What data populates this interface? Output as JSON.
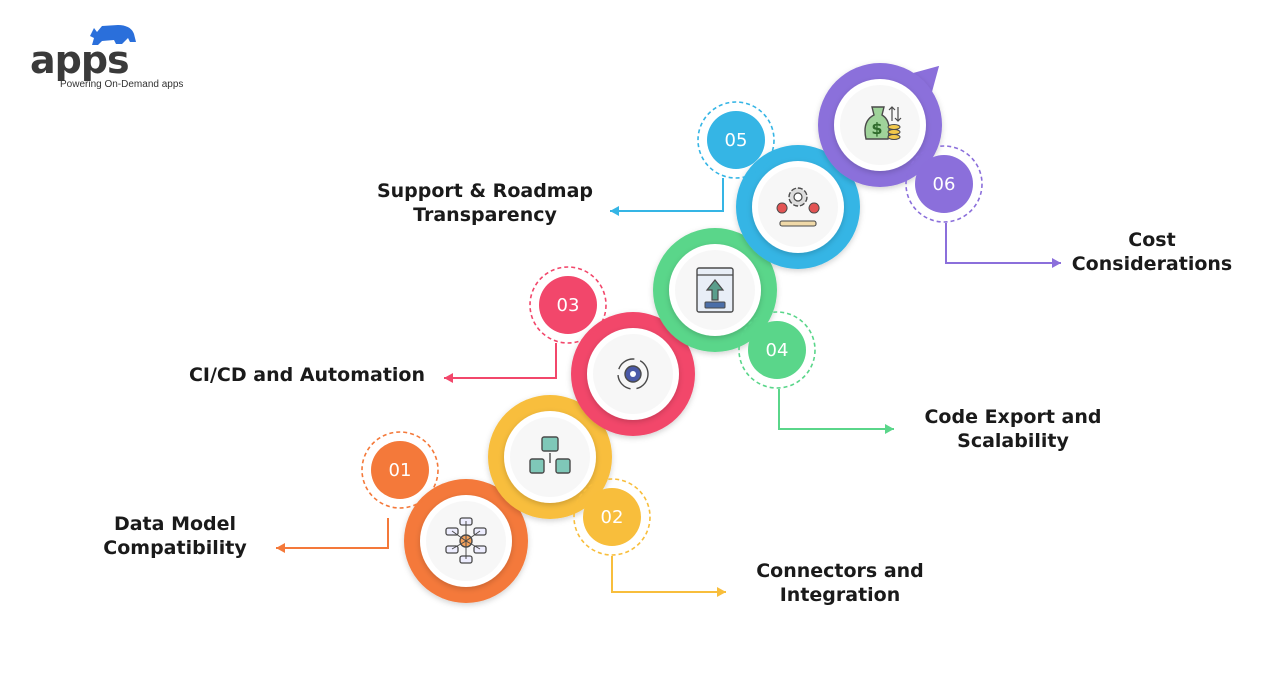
{
  "logo": {
    "name": "apps",
    "tagline": "Powering On-Demand apps",
    "icon": "rhino-icon",
    "color": "#2a6fdb"
  },
  "steps": [
    {
      "number": "01",
      "label_lines": [
        "Data Model",
        "Compatibility"
      ],
      "color": "#f4793a",
      "icon": "database-network-icon"
    },
    {
      "number": "02",
      "label_lines": [
        "Connectors and",
        "Integration"
      ],
      "color": "#f8be3c",
      "icon": "puzzle-code-icon"
    },
    {
      "number": "03",
      "label_lines": [
        "CI/CD and Automation"
      ],
      "color": "#f2476b",
      "icon": "gear-cycle-icon"
    },
    {
      "number": "04",
      "label_lines": [
        "Code Export and",
        "Scalability"
      ],
      "color": "#5ad68a",
      "icon": "code-upload-icon"
    },
    {
      "number": "05",
      "label_lines": [
        "Support & Roadmap",
        "Transparency"
      ],
      "color": "#35b5e5",
      "icon": "roadmap-gear-icon"
    },
    {
      "number": "06",
      "label_lines": [
        "Cost",
        "Considerations"
      ],
      "color": "#8b6fdb",
      "icon": "money-bag-icon"
    }
  ]
}
